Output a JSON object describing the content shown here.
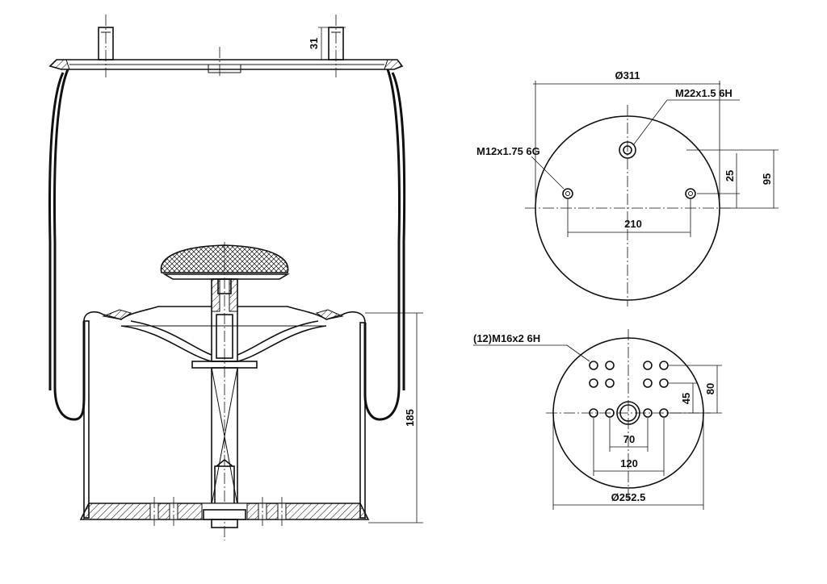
{
  "dimensions": {
    "stud_height": "31",
    "overall_height": "185",
    "top_plate_diameter": "Ø311",
    "center_thread": "M22x1.5 6H",
    "side_thread": "M12x1.75 6G",
    "side_offset": "25",
    "center_offset": "95",
    "side_spacing": "210",
    "bottom_thread": "(12)M16x2 6H",
    "row_spacing_inner": "45",
    "row_spacing_outer": "80",
    "hole_spacing_inner": "70",
    "hole_spacing_outer": "120",
    "bottom_diameter": "Ø252.5"
  }
}
